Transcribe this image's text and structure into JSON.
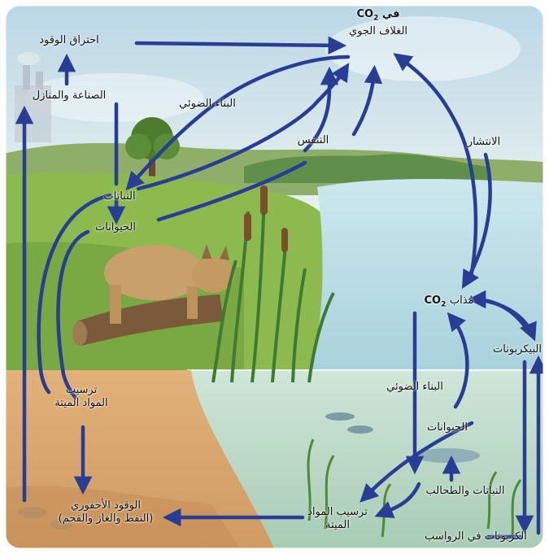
{
  "diagram": {
    "atmosphere_co2": {
      "formula": "CO",
      "subscript": "2",
      "text": "في",
      "line2": "الغلاف الجوي"
    },
    "fuel_combustion": "احتراق الوقود",
    "industry_homes": "الصناعة والمنازل",
    "photosynthesis_land": "البناء الضوئي",
    "respiration": "التنفس",
    "diffusion": "الانتشار",
    "plants_land": "النباتات",
    "animals_land": "الحيوانات",
    "dissolved_co2": {
      "formula": "CO",
      "subscript": "2",
      "text": "مُذاب"
    },
    "bicarbonates": "البيكربونات",
    "sedimentation_land": {
      "line1": "ترسيب",
      "line2": "المواد الميتة"
    },
    "photosynthesis_water": "البناء الضوئي",
    "animals_water": "الحيوانات",
    "plants_algae": "النباتات والطحالب",
    "sedimentation_water": {
      "line1": "ترسيب المواد",
      "line2": "الميتة"
    },
    "fossil_fuels": {
      "line1": "الوقود الأحفوري",
      "line2": "(النفط والغاز والفحم)"
    },
    "carbonates_sediments": "الكربونات في الرواسب"
  },
  "colors": {
    "arrow": "#283d93",
    "sky": "#cfe4ee",
    "grass": "#8bb84a",
    "water": "#bfe0e8",
    "soil": "#d9a56e"
  }
}
